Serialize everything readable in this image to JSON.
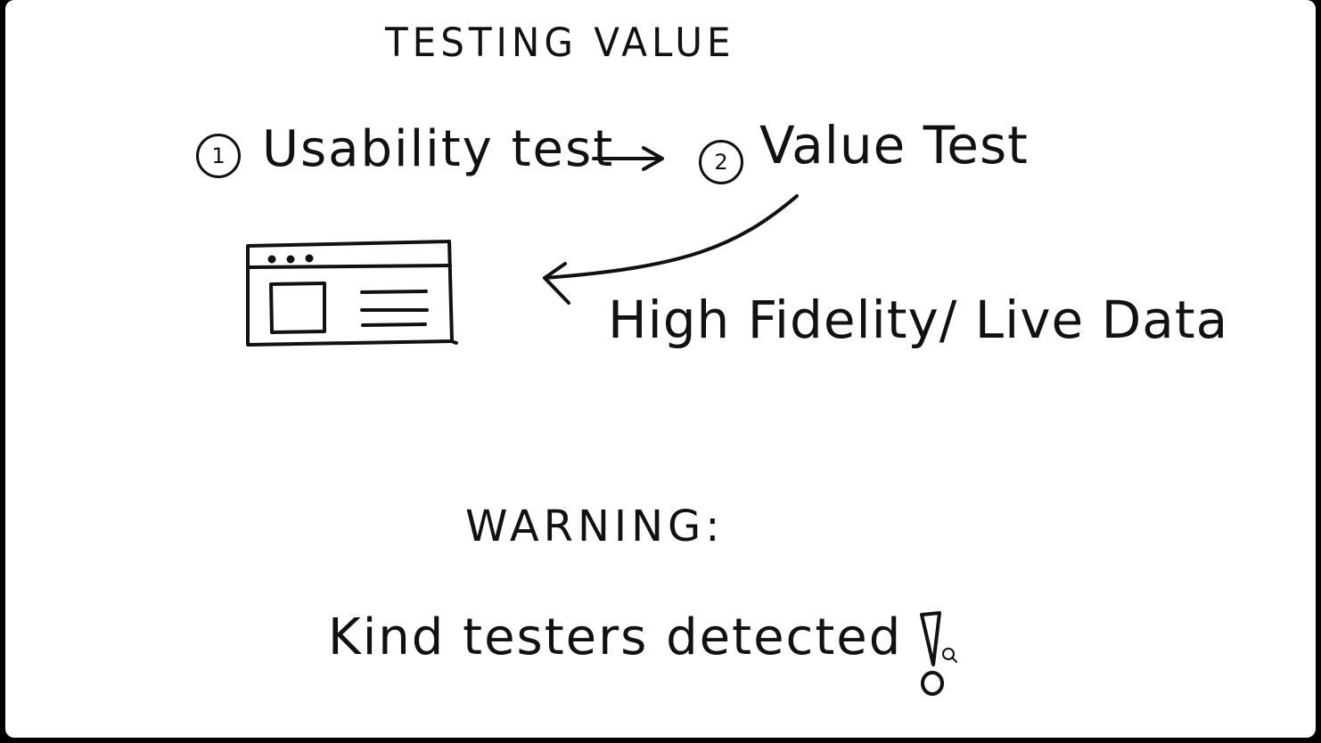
{
  "sketch": {
    "title": "TESTING VALUE",
    "steps": [
      {
        "number": "1",
        "label": "Usability test"
      },
      {
        "number": "2",
        "label": "Value Test"
      }
    ],
    "annotation": "High Fidelity/ Live Data",
    "warning": {
      "heading": "WARNING:",
      "message": "Kind testers detected"
    }
  },
  "colors": {
    "ink": "#111111",
    "paper": "#ffffff",
    "frame": "#000000"
  },
  "icons": [
    "browser-window-icon",
    "arrow-right-icon",
    "curved-arrow-icon",
    "exclamation-mark-icon",
    "cursor-icon"
  ]
}
